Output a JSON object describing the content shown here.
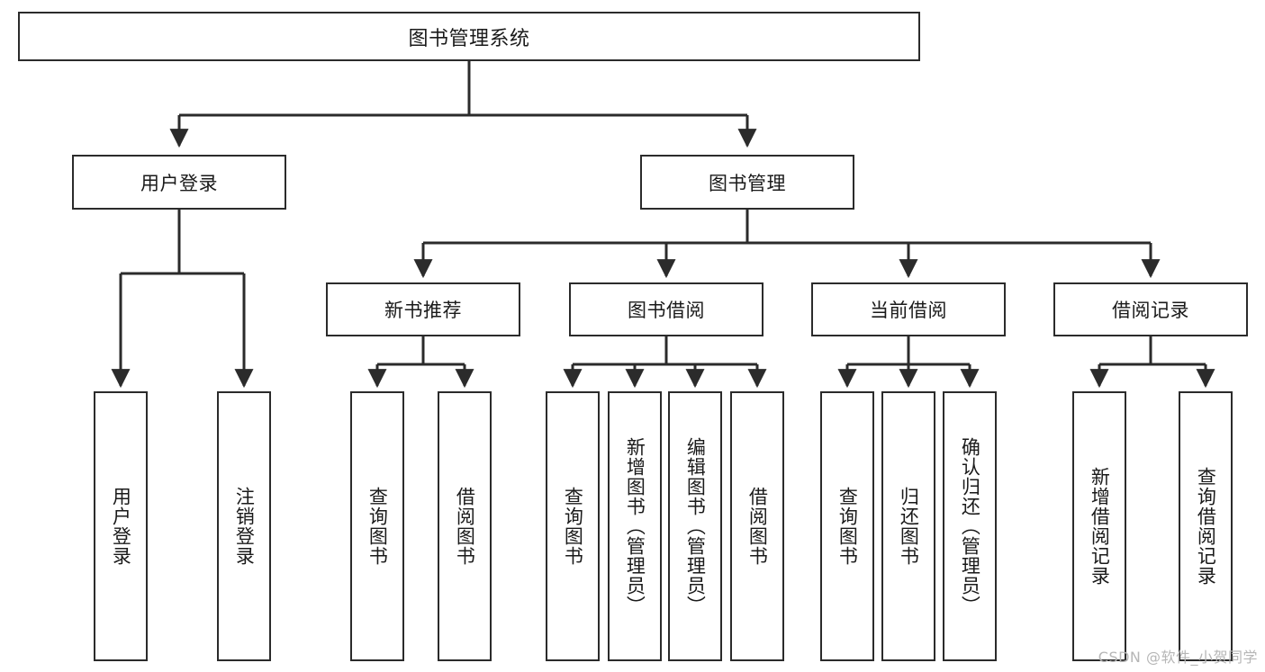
{
  "diagram": {
    "title": "图书管理系统",
    "type": "tree",
    "watermark": "CSDN @软件_小贺同学",
    "colors": {
      "stroke": "#2b2b2b",
      "fill": "#ffffff",
      "text": "#1a1a1a",
      "watermark": "#b6b6b6"
    },
    "nodes": {
      "root": {
        "label": "图书管理系统"
      },
      "level2": [
        {
          "label": "用户登录"
        },
        {
          "label": "图书管理"
        }
      ],
      "level3": [
        {
          "label": "新书推荐"
        },
        {
          "label": "图书借阅"
        },
        {
          "label": "当前借阅"
        },
        {
          "label": "借阅记录"
        }
      ],
      "leaves_user_login": [
        {
          "label": "用户登录"
        },
        {
          "label": "注销登录"
        }
      ],
      "leaves_new_book": [
        {
          "label": "查询图书"
        },
        {
          "label": "借阅图书"
        }
      ],
      "leaves_borrow": [
        {
          "label": "查询图书"
        },
        {
          "label": "新增图书（管理员）"
        },
        {
          "label": "编辑图书（管理员）"
        },
        {
          "label": "借阅图书"
        }
      ],
      "leaves_current": [
        {
          "label": "查询图书"
        },
        {
          "label": "归还图书"
        },
        {
          "label": "确认归还（管理员）"
        }
      ],
      "leaves_records": [
        {
          "label": "新增借阅记录"
        },
        {
          "label": "查询借阅记录"
        }
      ]
    }
  }
}
